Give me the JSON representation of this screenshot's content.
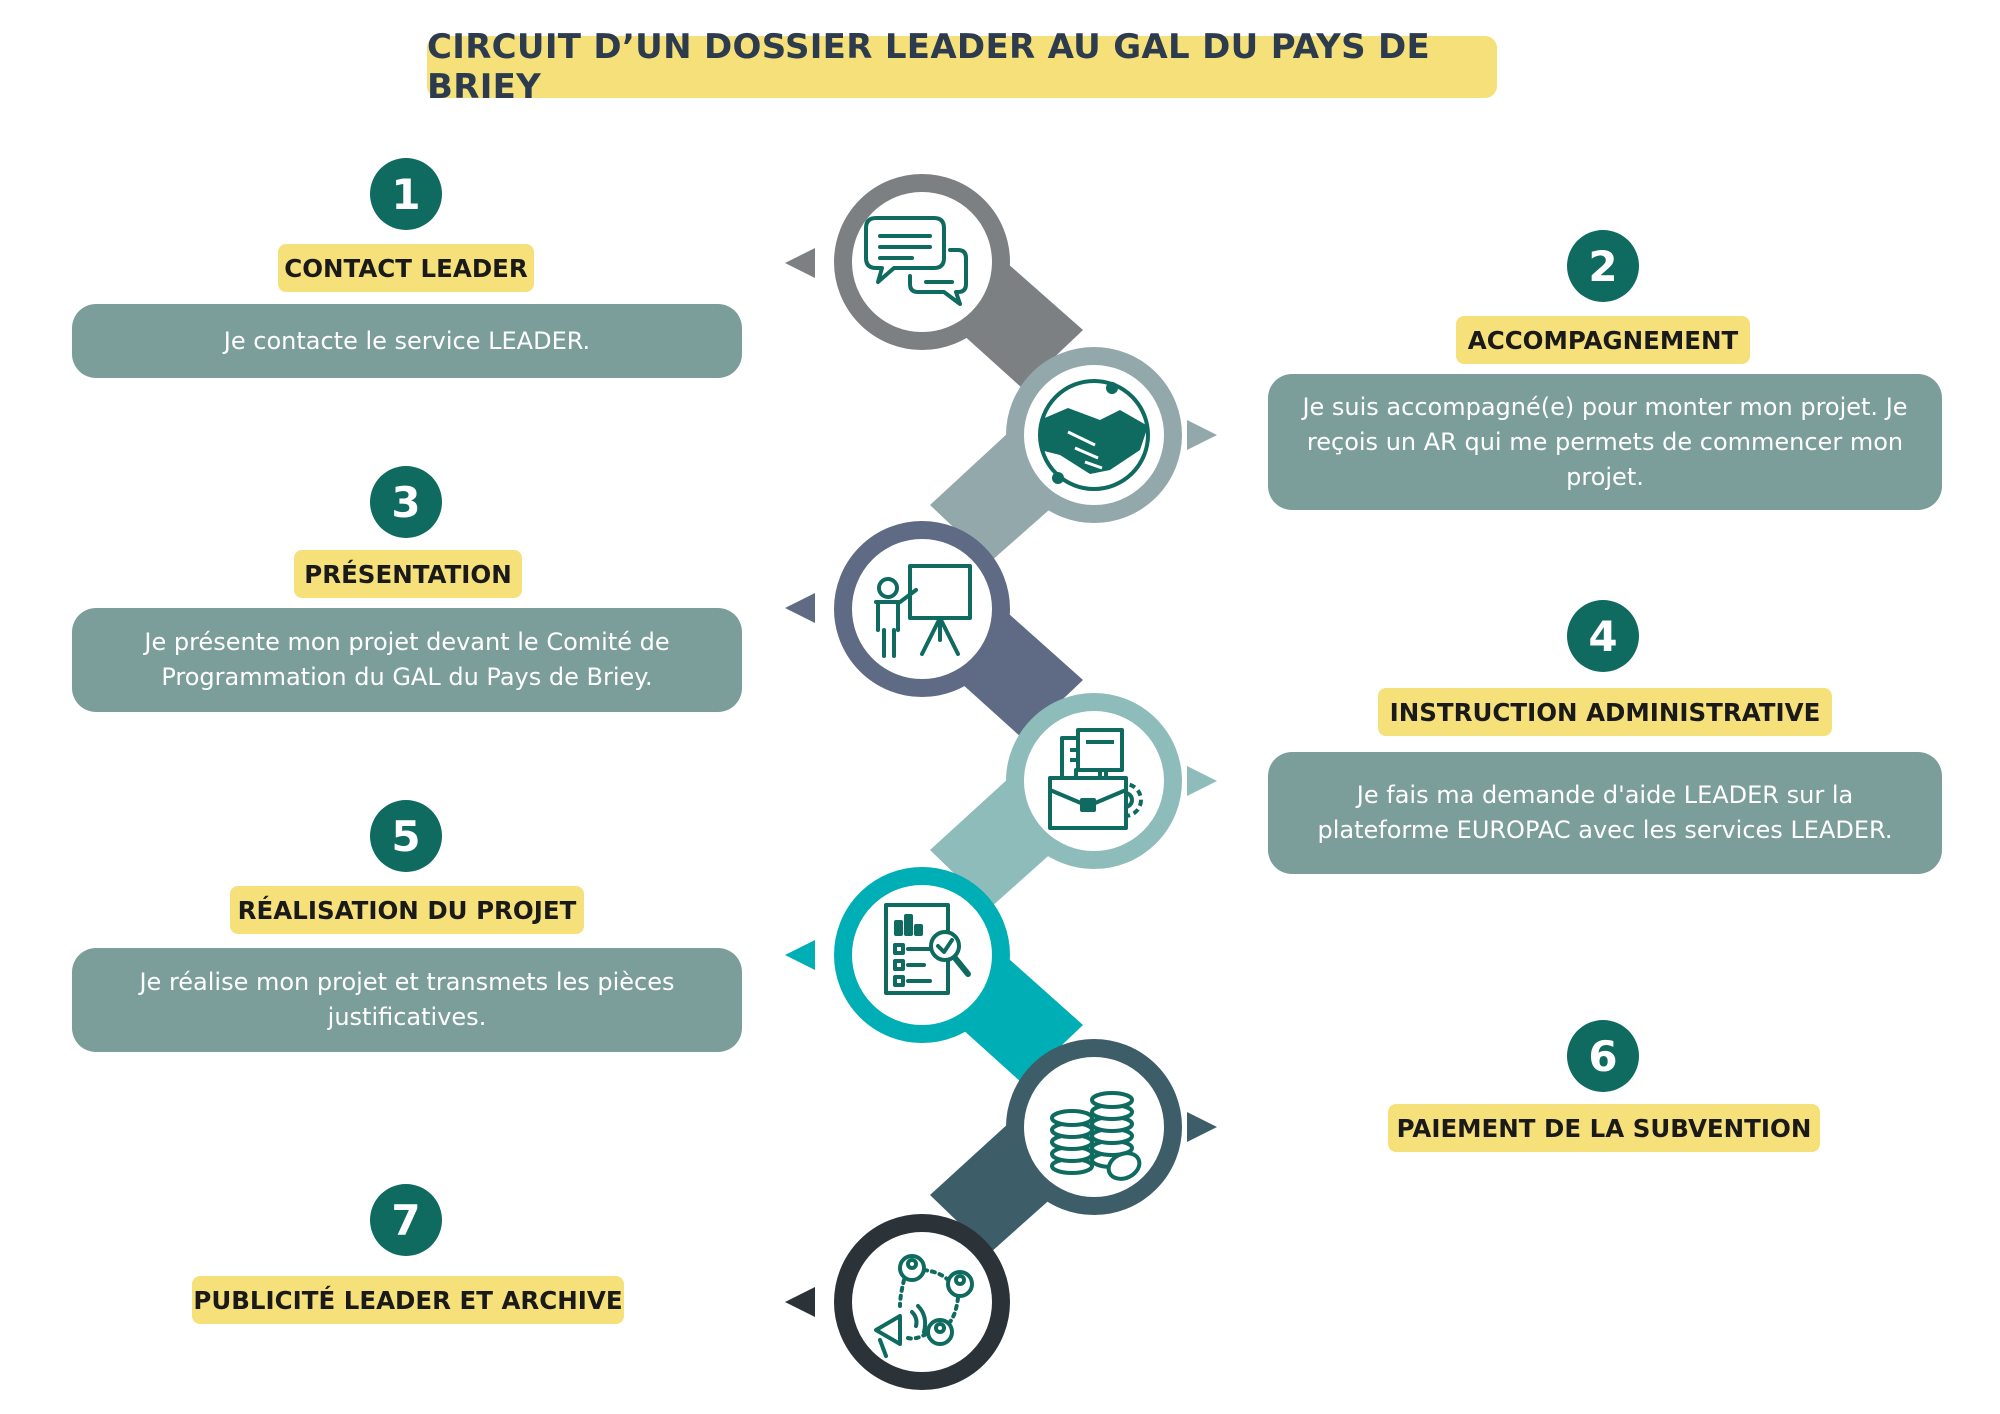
{
  "title": "CIRCUIT D’UN DOSSIER LEADER AU GAL DU PAYS DE BRIEY",
  "colors": {
    "title_bg": "#f5e07a",
    "number_bg": "#0f6a60",
    "desc_bg": "#7b9e9b",
    "icon_stroke": "#0f6a60",
    "rings": [
      "#7d8082",
      "#93a8ab",
      "#5f6a84",
      "#8dbcbb",
      "#00aeb5",
      "#3d5d69",
      "#2b3338"
    ]
  },
  "steps": [
    {
      "number": "1",
      "label": "CONTACT LEADER",
      "text": "Je contacte le service LEADER.",
      "icon": "chat-bubbles-icon"
    },
    {
      "number": "2",
      "label": "ACCOMPAGNEMENT",
      "text": "Je suis accompagné(e) pour monter mon projet. Je reçois un AR qui me permets de commencer mon projet.",
      "icon": "handshake-icon"
    },
    {
      "number": "3",
      "label": "PRÉSENTATION",
      "text": "Je présente mon projet devant le Comité de Programmation du GAL du Pays de Briey.",
      "icon": "presentation-icon"
    },
    {
      "number": "4",
      "label": "INSTRUCTION ADMINISTRATIVE",
      "text": "Je fais ma demande d'aide LEADER sur la plateforme EUROPAC avec les services LEADER.",
      "icon": "briefcase-documents-icon"
    },
    {
      "number": "5",
      "label": "RÉALISATION DU PROJET",
      "text": "Je réalise mon projet et transmets les pièces justificatives.",
      "icon": "report-checklist-icon"
    },
    {
      "number": "6",
      "label": "PAIEMENT DE LA SUBVENTION",
      "text": "",
      "icon": "coins-icon"
    },
    {
      "number": "7",
      "label": "PUBLICITÉ LEADER ET ARCHIVE",
      "text": "",
      "icon": "megaphone-network-icon"
    }
  ]
}
